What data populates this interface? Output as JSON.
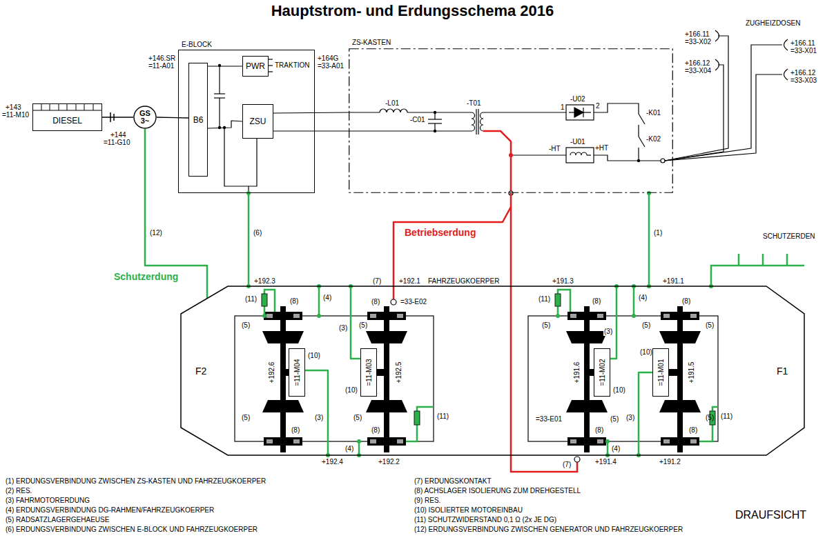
{
  "diagram": {
    "title": "Hauptstrom- und Erdungsschema 2016",
    "nodes": [
      {
        "text": [
          "DIESEL"
        ]
      },
      {
        "text": [
          "GS 3~"
        ]
      },
      {
        "text": [
          "E-BLOCK"
        ]
      },
      {
        "text": [
          "B6"
        ],
        "in": 2
      },
      {
        "text": [
          "PWR"
        ],
        "in": 2
      },
      {
        "text": [
          "ZSU"
        ],
        "in": 2
      },
      {
        "text": [
          "ZS-KASTEN"
        ]
      },
      {
        "text": [
          "FAHRZEUGKOERPER"
        ]
      },
      {
        "text": [
          "=11-M04"
        ],
        "in": 7
      },
      {
        "text": [
          "=11-M03"
        ],
        "in": 7
      },
      {
        "text": [
          "=11-M02"
        ],
        "in": 7
      },
      {
        "text": [
          "=11-M01"
        ],
        "in": 7
      }
    ],
    "edges": [
      {
        "from": 0,
        "to": 1,
        "arrow": "none"
      },
      {
        "from": 1,
        "to": 3,
        "arrow": "none"
      },
      {
        "from": 3,
        "to": 4,
        "arrow": "none"
      },
      {
        "from": 3,
        "to": 5,
        "arrow": "none"
      },
      {
        "from": 5,
        "to": 6,
        "arrow": "none"
      },
      {
        "from": 1,
        "to": 7,
        "label": "(12)",
        "arrow": "none"
      },
      {
        "from": 2,
        "to": 7,
        "label": "(6)",
        "arrow": "none"
      },
      {
        "from": 6,
        "to": 7,
        "label": "(1)",
        "arrow": "none"
      },
      {
        "from": 6,
        "to": 7,
        "label": "Betriebserdung",
        "arrow": "none"
      },
      {
        "from": 8,
        "to": 7,
        "label": "(3)",
        "arrow": "none"
      },
      {
        "from": 9,
        "to": 7,
        "label": "(3)",
        "arrow": "none"
      },
      {
        "from": 10,
        "to": 7,
        "label": "(3)",
        "arrow": "none"
      },
      {
        "from": 11,
        "to": 7,
        "label": "(3)",
        "arrow": "none"
      }
    ],
    "labels": [
      "+143",
      "=11-M10",
      "+144",
      "=11-G10",
      "+146.SR",
      "=11-A01",
      "TRAKTION",
      "+164G",
      "=33-A01",
      "-L01",
      "-C01",
      "-T01",
      "-U02",
      "1",
      "2",
      "-K01",
      "-U01",
      "-HT",
      "+HT",
      "-K02",
      "ZUGHEIZDOSEN",
      "+166.11",
      "=33-X02",
      "+166.12",
      "=33-X04",
      "+166.11",
      "=33-X01",
      "+166.12",
      "=33-X03",
      "Schutzerdung",
      "SCHUTZERDEN",
      "+192.3",
      "(7)",
      "+192.1",
      "+191.3",
      "+191.1",
      "=33-E02",
      "(11)",
      "(8)",
      "(4)",
      "(8)",
      "(5)",
      "(5)",
      "+192.6",
      "(10)",
      "(10)",
      "+192.5",
      "(5)",
      "(5)",
      "(8)",
      "(8)",
      "(11)",
      "(4)",
      "+192.4",
      "+192.2",
      "F2",
      "F1",
      "(11)",
      "(8)",
      "(4)",
      "(8)",
      "(5)",
      "(5)",
      "(5)",
      "(10)",
      "+191.6",
      "(10)",
      "+191.5",
      "=33-E01",
      "(5)",
      "(5)",
      "(8)",
      "(4)",
      "(8)",
      "(11)",
      "(7)",
      "+191.4",
      "+191.2",
      "(1) ERDUNGSVERBINDUNG ZWISCHEN ZS-KASTEN UND FAHRZEUGKOERPER",
      "(2) RES.",
      "(3) FAHRMOTORERDUNG",
      "(4) ERDUNGSVERBINDUNG DG-RAHMEN/FAHRZEUGKOERPER",
      "(5) RADSATZLAGERGEHAEUSE",
      "(6) ERDUNGSVERBINDUNG ZWISCHEN E-BLOCK UND FAHRZEUGKOERPER",
      "(7) ERDUNGSKONTAKT",
      "(8) ACHSLAGER ISOLIERUNG ZUM DREHGESTELL",
      "(9) RES.",
      "(10) ISOLIERTER MOTOREINBAU",
      "(11) SCHUTZWIDERSTAND 0,1 Ω (2x JE DG)",
      "(12) ERDUNGSVERBINDUNG ZWISCHEN GENERATOR UND FAHRZEUGKOERPER",
      "DRAUFSICHT"
    ]
  }
}
